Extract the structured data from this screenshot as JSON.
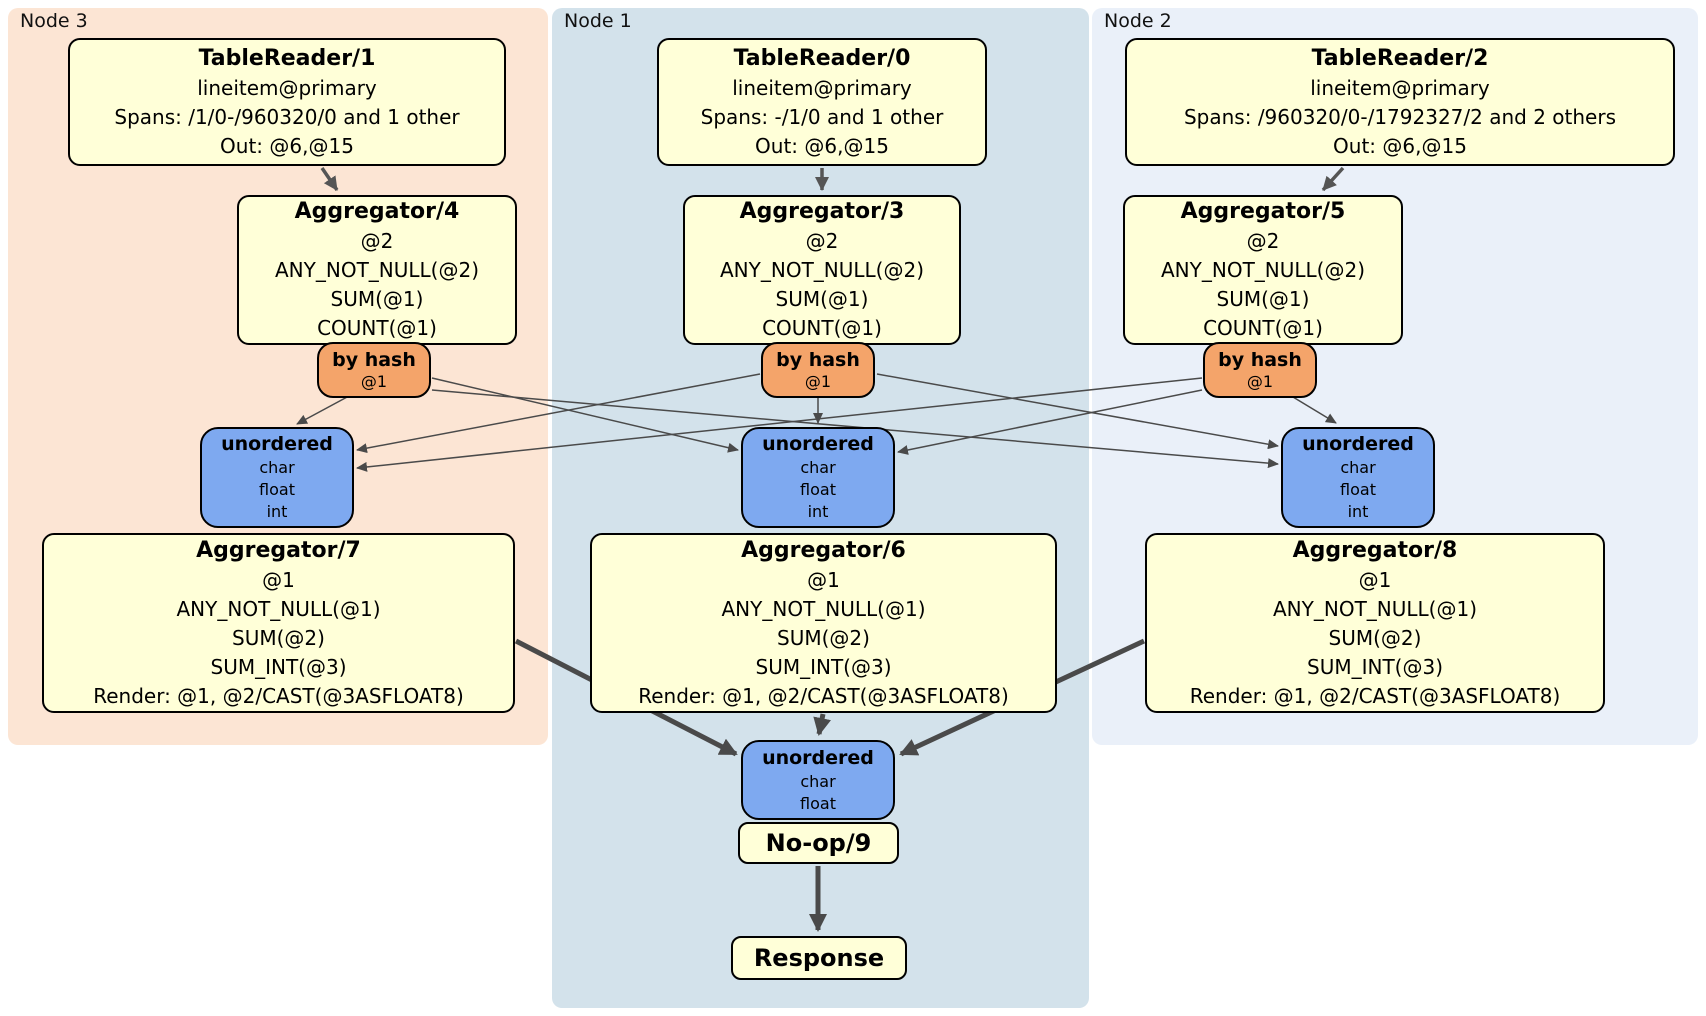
{
  "groups": [
    {
      "label": "Node 3"
    },
    {
      "label": "Node 1"
    },
    {
      "label": "Node 2"
    }
  ],
  "processors": {
    "tr1": {
      "title": "TableReader/1",
      "lines": [
        "lineitem@primary",
        "Spans: /1/0-/960320/0 and 1 other",
        "Out: @6,@15"
      ]
    },
    "tr0": {
      "title": "TableReader/0",
      "lines": [
        "lineitem@primary",
        "Spans: -/1/0 and 1 other",
        "Out: @6,@15"
      ]
    },
    "tr2": {
      "title": "TableReader/2",
      "lines": [
        "lineitem@primary",
        "Spans: /960320/0-/1792327/2 and 2 others",
        "Out: @6,@15"
      ]
    },
    "agg4": {
      "title": "Aggregator/4",
      "lines": [
        "@2",
        "ANY_NOT_NULL(@2)",
        "SUM(@1)",
        "COUNT(@1)"
      ]
    },
    "agg3": {
      "title": "Aggregator/3",
      "lines": [
        "@2",
        "ANY_NOT_NULL(@2)",
        "SUM(@1)",
        "COUNT(@1)"
      ]
    },
    "agg5": {
      "title": "Aggregator/5",
      "lines": [
        "@2",
        "ANY_NOT_NULL(@2)",
        "SUM(@1)",
        "COUNT(@1)"
      ]
    },
    "agg7": {
      "title": "Aggregator/7",
      "lines": [
        "@1",
        "ANY_NOT_NULL(@1)",
        "SUM(@2)",
        "SUM_INT(@3)",
        "Render: @1, @2/CAST(@3ASFLOAT8)"
      ]
    },
    "agg6": {
      "title": "Aggregator/6",
      "lines": [
        "@1",
        "ANY_NOT_NULL(@1)",
        "SUM(@2)",
        "SUM_INT(@3)",
        "Render: @1, @2/CAST(@3ASFLOAT8)"
      ]
    },
    "agg8": {
      "title": "Aggregator/8",
      "lines": [
        "@1",
        "ANY_NOT_NULL(@1)",
        "SUM(@2)",
        "SUM_INT(@3)",
        "Render: @1, @2/CAST(@3ASFLOAT8)"
      ]
    },
    "noop": {
      "title": "No-op/9"
    },
    "response": {
      "title": "Response"
    }
  },
  "routers": {
    "hash_node3": {
      "title": "by hash",
      "lines": [
        "@1"
      ]
    },
    "hash_node1": {
      "title": "by hash",
      "lines": [
        "@1"
      ]
    },
    "hash_node2": {
      "title": "by hash",
      "lines": [
        "@1"
      ]
    }
  },
  "syncs": {
    "unordered_node3": {
      "title": "unordered",
      "lines": [
        "char",
        "float",
        "int"
      ]
    },
    "unordered_node1": {
      "title": "unordered",
      "lines": [
        "char",
        "float",
        "int"
      ]
    },
    "unordered_node2": {
      "title": "unordered",
      "lines": [
        "char",
        "float",
        "int"
      ]
    },
    "unordered_final": {
      "title": "unordered",
      "lines": [
        "char",
        "float"
      ]
    }
  },
  "colors": {
    "node3_bg": "#fce5d4",
    "node1_bg": "#d3e2eb",
    "node2_bg": "#eaf0f9",
    "processor_fill": "#ffffd8",
    "router_fill": "#f4a46a",
    "sync_fill": "#7ea9f0",
    "edge": "#4a4a4a"
  }
}
